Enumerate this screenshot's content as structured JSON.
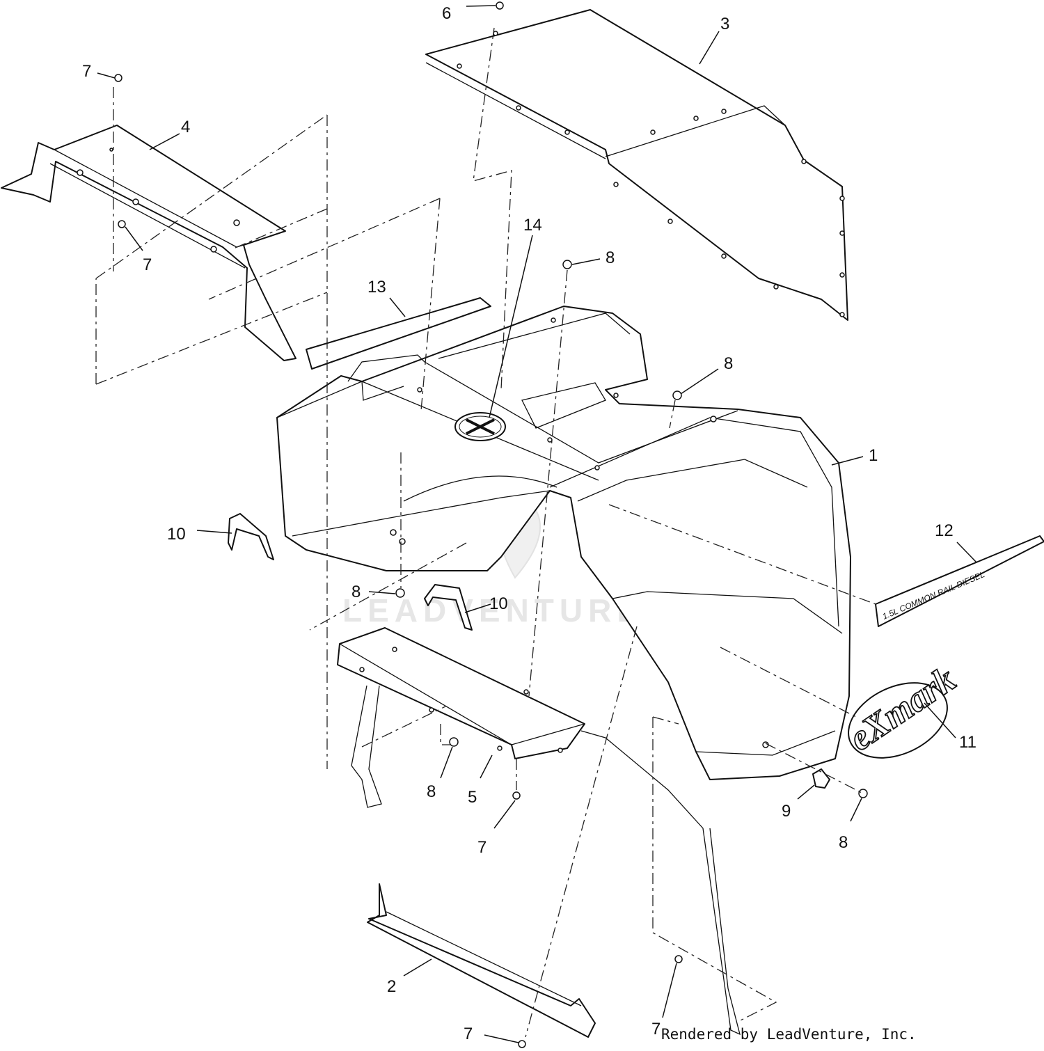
{
  "callouts": [
    {
      "id": "c6",
      "label": "6"
    },
    {
      "id": "c3",
      "label": "3"
    },
    {
      "id": "c7a",
      "label": "7"
    },
    {
      "id": "c4",
      "label": "4"
    },
    {
      "id": "c7b",
      "label": "7"
    },
    {
      "id": "c14",
      "label": "14"
    },
    {
      "id": "c8a",
      "label": "8"
    },
    {
      "id": "c13",
      "label": "13"
    },
    {
      "id": "c8b",
      "label": "8"
    },
    {
      "id": "c1",
      "label": "1"
    },
    {
      "id": "c10a",
      "label": "10"
    },
    {
      "id": "c12",
      "label": "12"
    },
    {
      "id": "c8c",
      "label": "8"
    },
    {
      "id": "c10b",
      "label": "10"
    },
    {
      "id": "c11",
      "label": "11"
    },
    {
      "id": "c8d",
      "label": "8"
    },
    {
      "id": "c5",
      "label": "5"
    },
    {
      "id": "c7c",
      "label": "7"
    },
    {
      "id": "c9",
      "label": "9"
    },
    {
      "id": "c8e",
      "label": "8"
    },
    {
      "id": "c2",
      "label": "2"
    },
    {
      "id": "c7d",
      "label": "7"
    },
    {
      "id": "c7e",
      "label": "7"
    }
  ],
  "watermark": "LEADVENTURE",
  "decal_text": "1.5L COMMON RAIL DIESEL",
  "logo_text": "eXmark",
  "credit": "Rendered by LeadVenture, Inc."
}
